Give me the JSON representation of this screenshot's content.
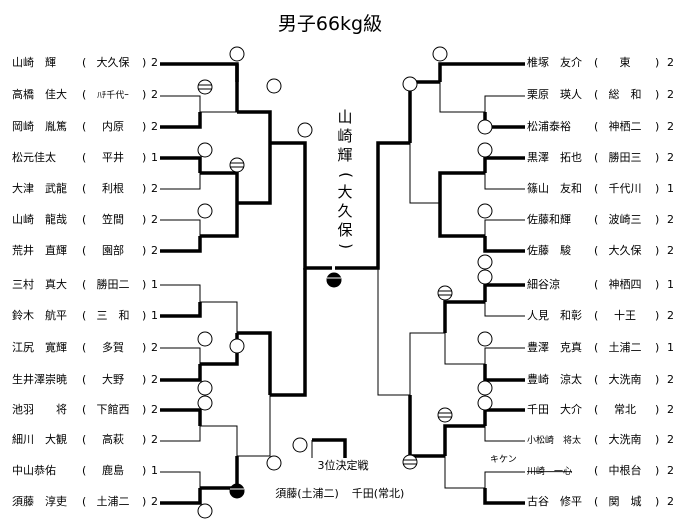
{
  "title": "男子66kg級",
  "champion": {
    "chars": [
      "山",
      "崎",
      "輝",
      "(",
      "大",
      "久",
      "保",
      ")"
    ]
  },
  "third_place": {
    "label": "3位決定戦",
    "left": "須藤(土浦二)",
    "right": "千田(常北)"
  },
  "kiken_label": "キケン",
  "left_entries": [
    {
      "name": "山崎　輝",
      "school": "大久保",
      "grade": "2"
    },
    {
      "name": "高橋　佳大",
      "school": "ﾊﾁ千代ｰ",
      "grade": "2"
    },
    {
      "name": "岡崎　胤篤",
      "school": "内原",
      "grade": "2"
    },
    {
      "name": "松元佳太",
      "school": "平井",
      "grade": "1"
    },
    {
      "name": "大津　武龍",
      "school": "利根",
      "grade": "2"
    },
    {
      "name": "山崎　龍哉",
      "school": "笠間",
      "grade": "2"
    },
    {
      "name": "荒井　直輝",
      "school": "園部",
      "grade": "2"
    },
    {
      "name": "三村　真大",
      "school": "勝田二",
      "grade": "1"
    },
    {
      "name": "鈴木　航平",
      "school": "三　和",
      "grade": "1"
    },
    {
      "name": "江尻　寛輝",
      "school": "多賀",
      "grade": "2"
    },
    {
      "name": "生井澤崇暁",
      "school": "大野",
      "grade": "2"
    },
    {
      "name": "池羽　　将",
      "school": "下館西",
      "grade": "2"
    },
    {
      "name": "細川　大観",
      "school": "高萩",
      "grade": "2"
    },
    {
      "name": "中山恭佑",
      "school": "鹿島",
      "grade": "1"
    },
    {
      "name": "須藤　淳吏",
      "school": "土浦二",
      "grade": "2"
    }
  ],
  "right_entries": [
    {
      "name": "椎塚　友介",
      "school": "東",
      "grade": "2"
    },
    {
      "name": "栗原　瑛人",
      "school": "総　和",
      "grade": "2"
    },
    {
      "name": "松浦泰裕",
      "school": "神栖二",
      "grade": "2"
    },
    {
      "name": "黒澤　拓也",
      "school": "勝田三",
      "grade": "2"
    },
    {
      "name": "篠山　友和",
      "school": "千代川",
      "grade": "1"
    },
    {
      "name": "佐藤和輝",
      "school": "波崎三",
      "grade": "2"
    },
    {
      "name": "佐藤　駿",
      "school": "大久保",
      "grade": "2"
    },
    {
      "name": "細谷涼",
      "school": "神栖四",
      "grade": "1"
    },
    {
      "name": "人見　和彰",
      "school": "十王",
      "grade": "2"
    },
    {
      "name": "豊澤　克真",
      "school": "土浦二",
      "grade": "1"
    },
    {
      "name": "豊崎　涼太",
      "school": "大洗南",
      "grade": "2"
    },
    {
      "name": "千田　大介",
      "school": "常北",
      "grade": "2"
    },
    {
      "name": "小松崎　将太",
      "school": "大洗南",
      "grade": "2"
    },
    {
      "name": "川崎　一心",
      "school": "中根台",
      "grade": "2"
    },
    {
      "name": "古谷　修平",
      "school": "関　城",
      "grade": "2"
    }
  ]
}
